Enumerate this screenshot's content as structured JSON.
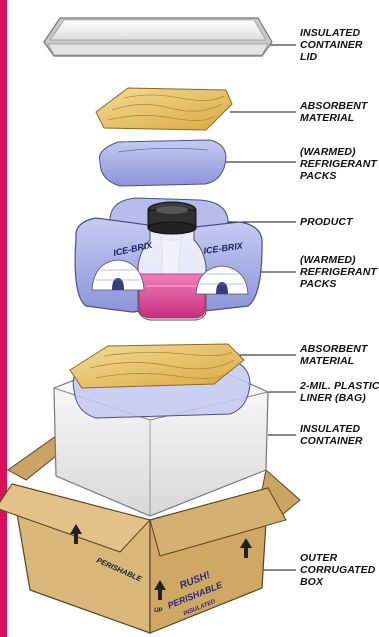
{
  "labels": {
    "lid": [
      "INSULATED",
      "CONTAINER",
      "LID"
    ],
    "absorbent_top": [
      "ABSORBENT",
      "MATERIAL"
    ],
    "refrigerant_top": [
      "(WARMED)",
      "REFRIGERANT",
      "PACKS"
    ],
    "product": [
      "PRODUCT"
    ],
    "refrigerant_mid": [
      "(WARMED)",
      "REFRIGERANT",
      "PACKS"
    ],
    "absorbent_bottom": [
      "ABSORBENT",
      "MATERIAL"
    ],
    "liner": [
      "2-MIL. PLASTIC",
      "LINER (BAG)"
    ],
    "container": [
      "INSULATED",
      "CONTAINER"
    ],
    "box": [
      "OUTER",
      "CORRUGATED",
      "BOX"
    ]
  },
  "pack_brand": "ICE-BRIX",
  "box_print": {
    "rush": "RUSH!",
    "perishable": "PERISHABLE",
    "insulated": "INSULATED",
    "side_perishable": "PERISHABLE",
    "up": "UP"
  },
  "colors": {
    "accent_bar": "#d4145a",
    "pack_blue": "#aab0e6",
    "absorbent": "#e8c56a",
    "cardboard": "#d9b77a",
    "liquid": "#e04f9a"
  }
}
